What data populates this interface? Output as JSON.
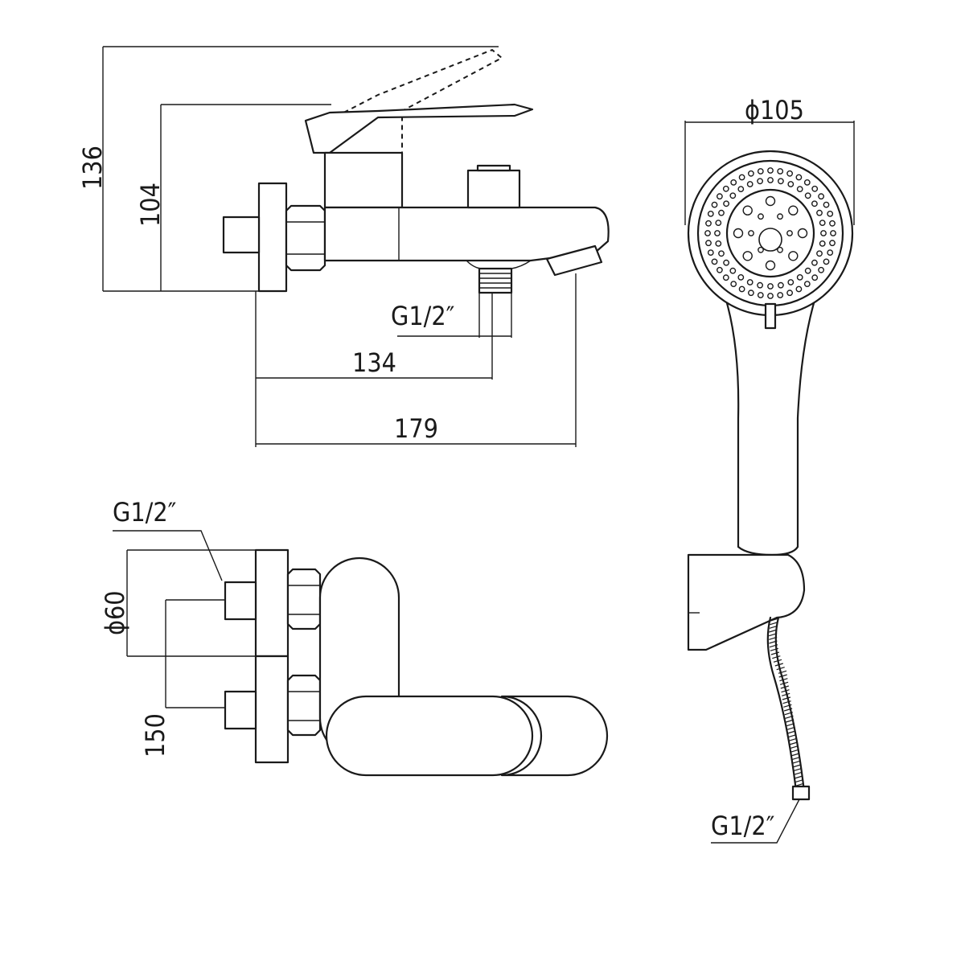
{
  "dimensions": {
    "height_total": "136",
    "height_body": "104",
    "spout_thread": "G1/2″",
    "length_outlet": "134",
    "length_total": "179",
    "showerhead_diameter": "ϕ105",
    "inlet_thread": "G1/2″",
    "escutcheon_diameter": "ϕ60",
    "inlet_spacing": "150",
    "hose_thread": "G1/2″"
  },
  "views": [
    "side-view",
    "front-view",
    "hand-shower-view"
  ]
}
